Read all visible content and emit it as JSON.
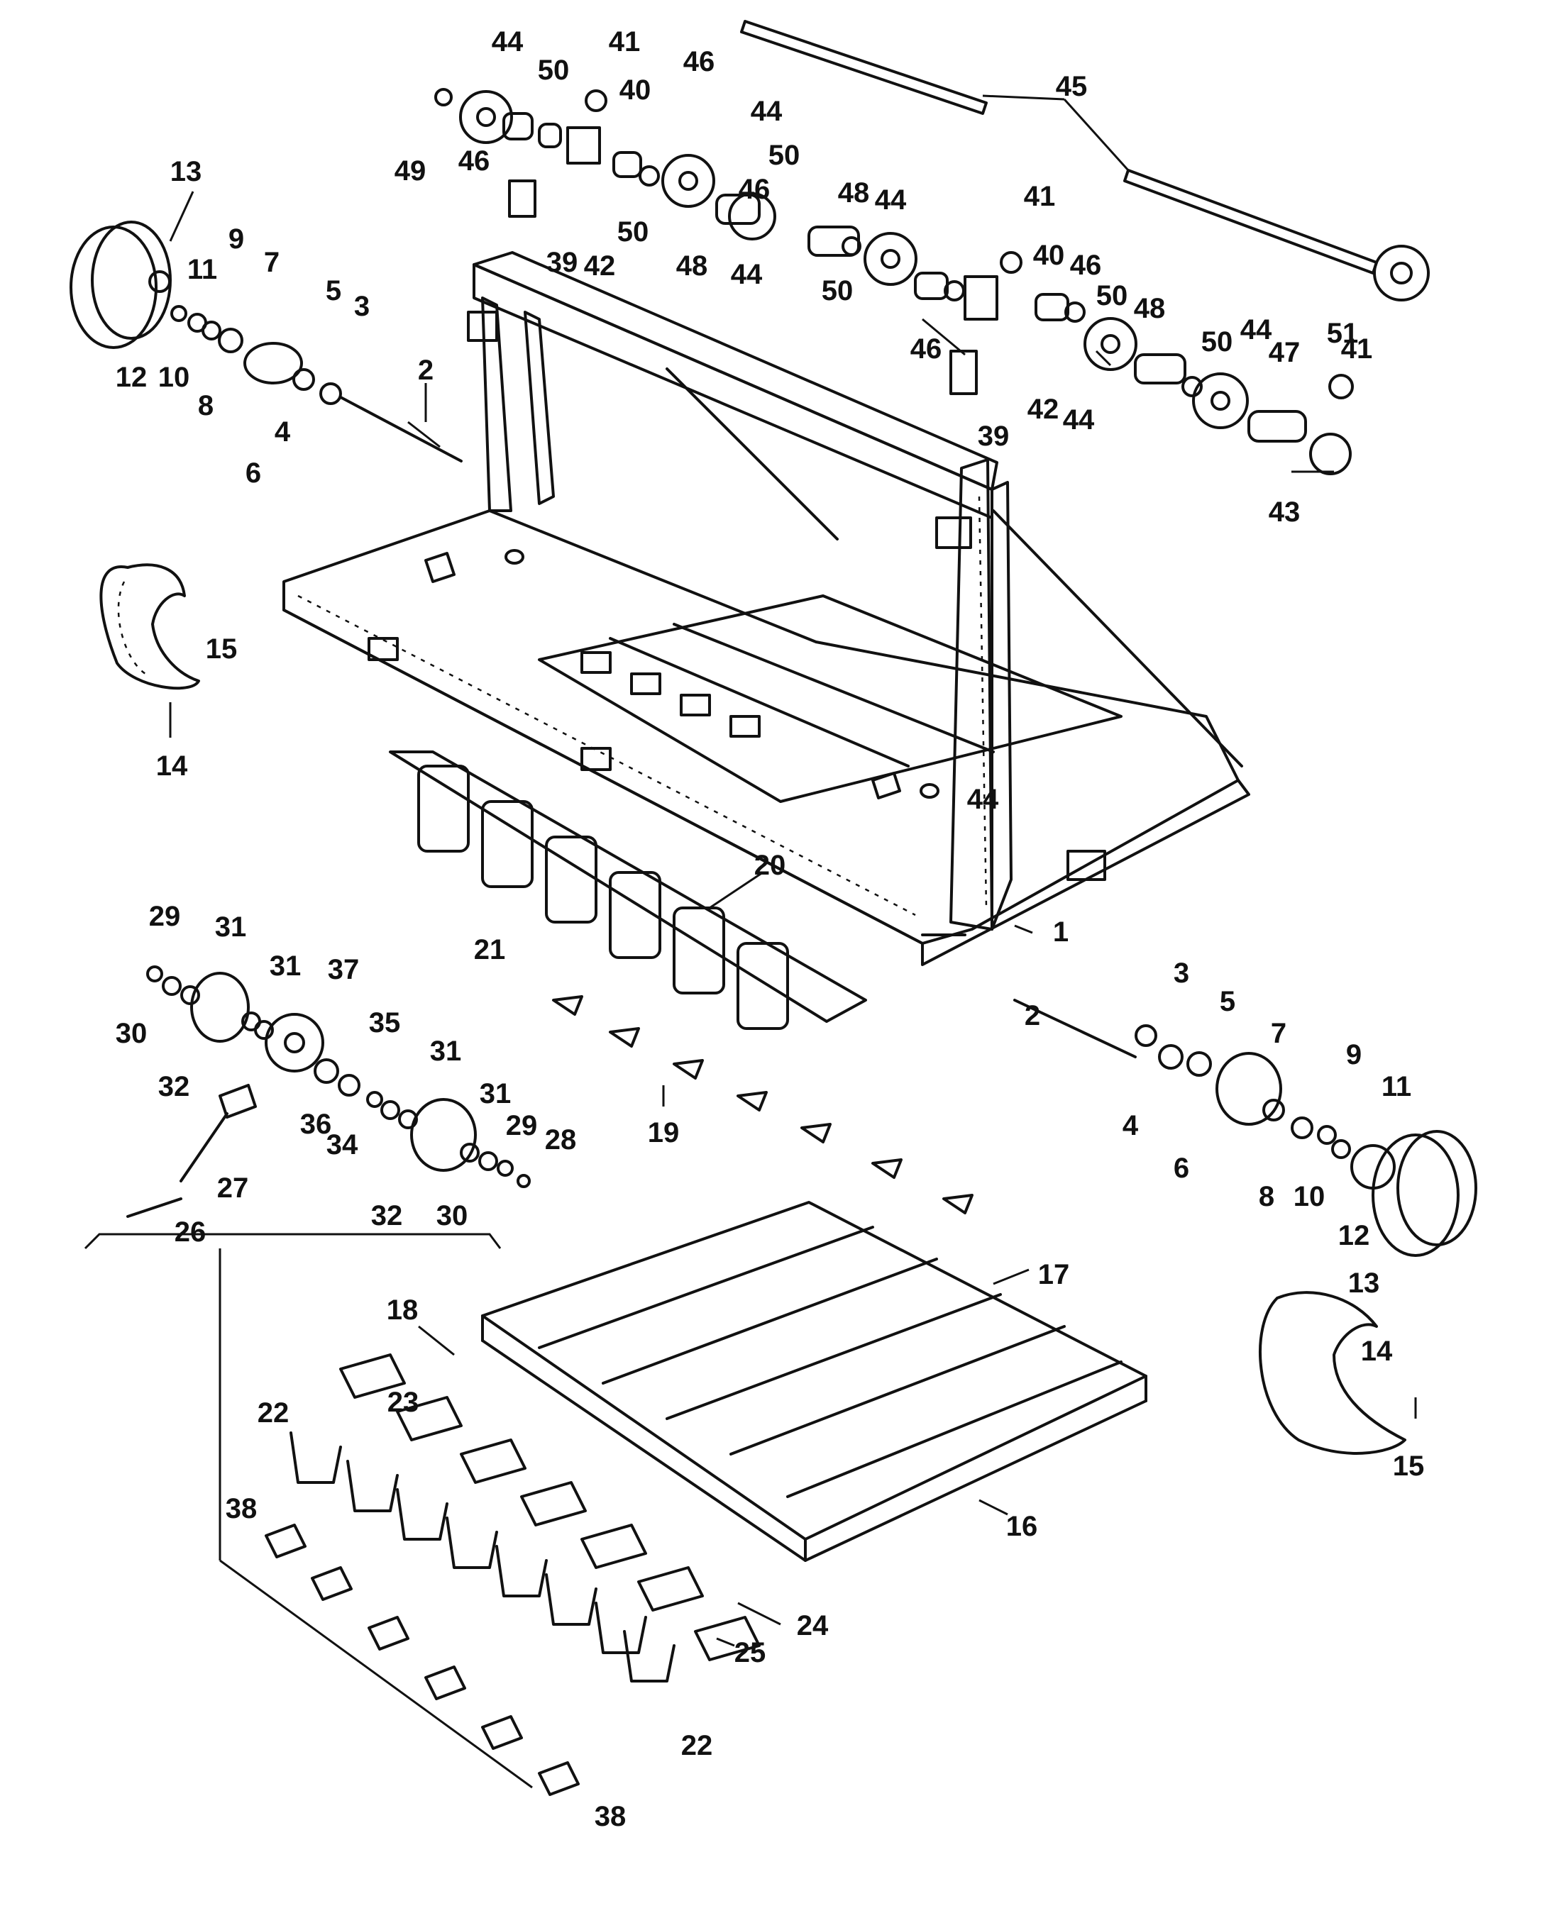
{
  "callouts": [
    {
      "label": "44"
    },
    {
      "label": "41"
    },
    {
      "label": "50"
    },
    {
      "label": "40"
    },
    {
      "label": "46"
    },
    {
      "label": "45"
    },
    {
      "label": "44"
    },
    {
      "label": "49"
    },
    {
      "label": "46"
    },
    {
      "label": "50"
    },
    {
      "label": "46"
    },
    {
      "label": "39"
    },
    {
      "label": "42"
    },
    {
      "label": "50"
    },
    {
      "label": "48"
    },
    {
      "label": "48"
    },
    {
      "label": "44"
    },
    {
      "label": "44"
    },
    {
      "label": "50"
    },
    {
      "label": "41"
    },
    {
      "label": "40"
    },
    {
      "label": "46"
    },
    {
      "label": "50"
    },
    {
      "label": "44"
    },
    {
      "label": "46"
    },
    {
      "label": "48"
    },
    {
      "label": "50"
    },
    {
      "label": "44"
    },
    {
      "label": "47"
    },
    {
      "label": "51"
    },
    {
      "label": "41"
    },
    {
      "label": "39"
    },
    {
      "label": "42"
    },
    {
      "label": "44"
    },
    {
      "label": "43"
    },
    {
      "label": "13"
    },
    {
      "label": "9"
    },
    {
      "label": "11"
    },
    {
      "label": "7"
    },
    {
      "label": "5"
    },
    {
      "label": "3"
    },
    {
      "label": "2"
    },
    {
      "label": "12"
    },
    {
      "label": "10"
    },
    {
      "label": "8"
    },
    {
      "label": "4"
    },
    {
      "label": "6"
    },
    {
      "label": "15"
    },
    {
      "label": "14"
    },
    {
      "label": "20"
    },
    {
      "label": "21"
    },
    {
      "label": "1"
    },
    {
      "label": "29"
    },
    {
      "label": "31"
    },
    {
      "label": "31"
    },
    {
      "label": "37"
    },
    {
      "label": "30"
    },
    {
      "label": "35"
    },
    {
      "label": "32"
    },
    {
      "label": "31"
    },
    {
      "label": "36"
    },
    {
      "label": "34"
    },
    {
      "label": "31"
    },
    {
      "label": "29"
    },
    {
      "label": "28"
    },
    {
      "label": "27"
    },
    {
      "label": "32"
    },
    {
      "label": "30"
    },
    {
      "label": "26"
    },
    {
      "label": "19"
    },
    {
      "label": "3"
    },
    {
      "label": "5"
    },
    {
      "label": "2"
    },
    {
      "label": "7"
    },
    {
      "label": "9"
    },
    {
      "label": "11"
    },
    {
      "label": "4"
    },
    {
      "label": "6"
    },
    {
      "label": "8"
    },
    {
      "label": "10"
    },
    {
      "label": "12"
    },
    {
      "label": "13"
    },
    {
      "label": "17"
    },
    {
      "label": "18"
    },
    {
      "label": "14"
    },
    {
      "label": "15"
    },
    {
      "label": "22"
    },
    {
      "label": "23"
    },
    {
      "label": "16"
    },
    {
      "label": "38"
    },
    {
      "label": "24"
    },
    {
      "label": "25"
    },
    {
      "label": "22"
    },
    {
      "label": "38"
    }
  ]
}
